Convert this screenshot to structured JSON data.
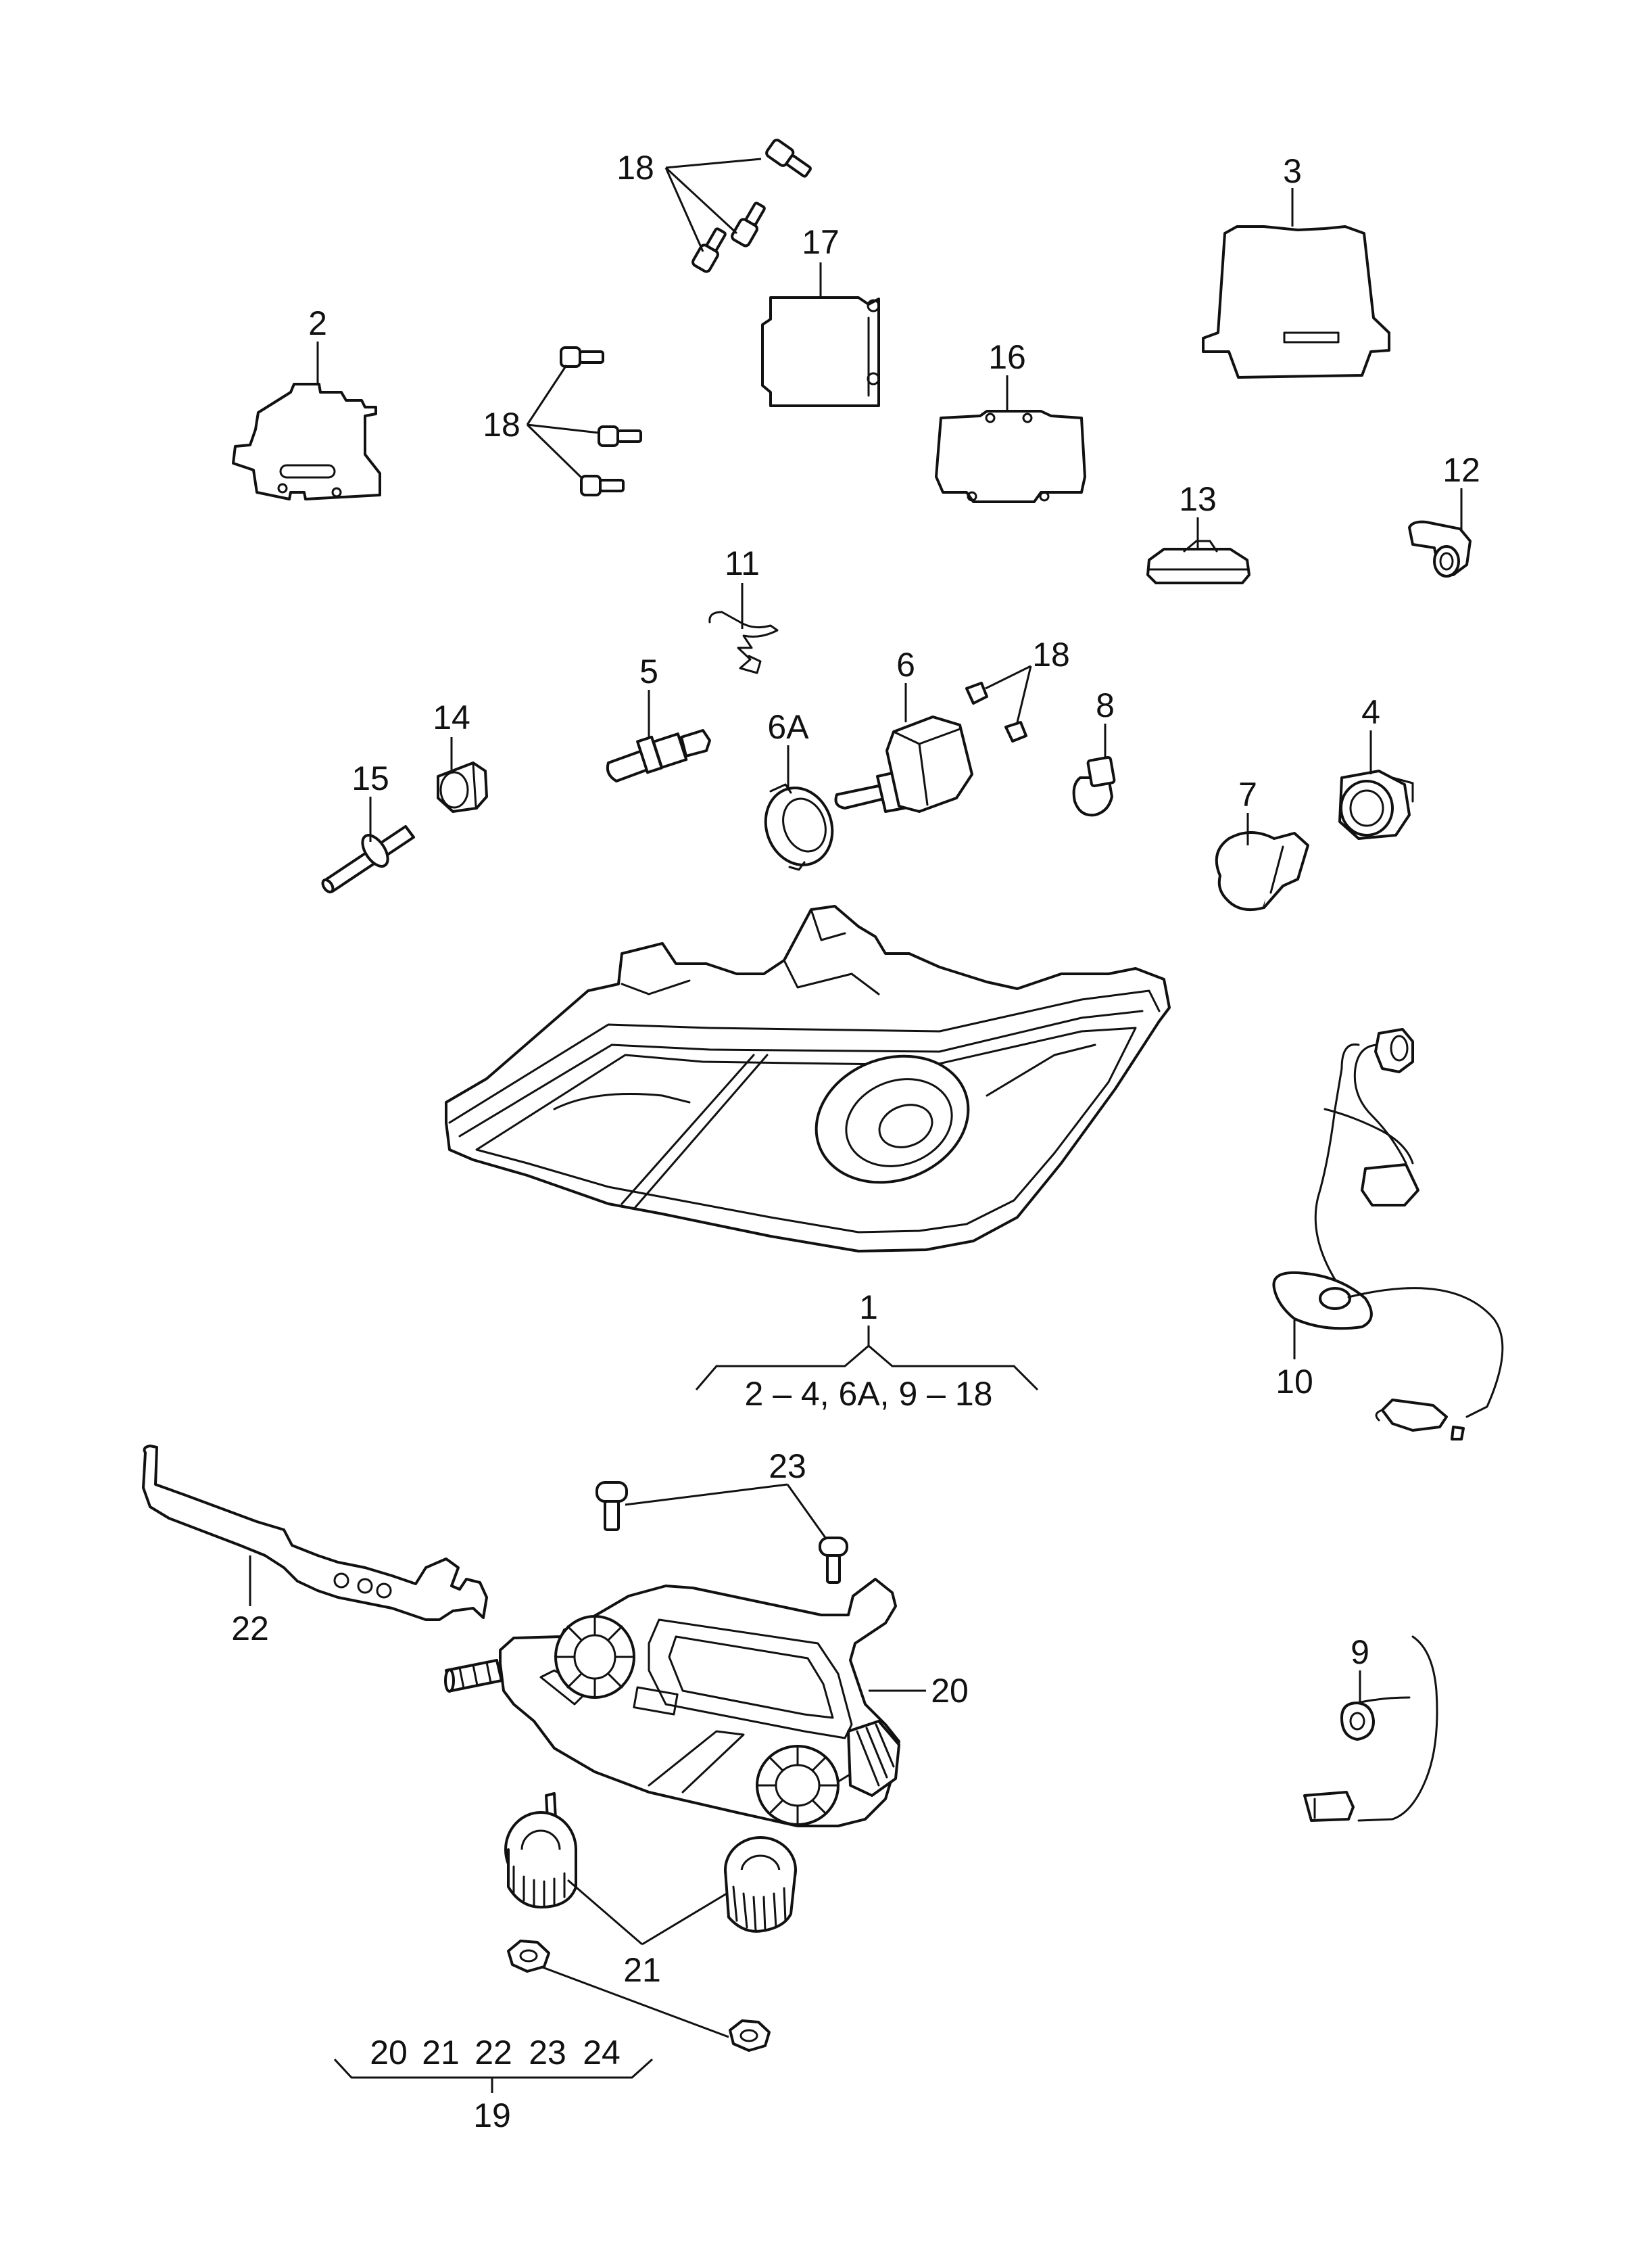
{
  "callouts": {
    "c1": "1",
    "c1_range": "2 – 4, 6A, 9 – 18",
    "c2": "2",
    "c3": "3",
    "c4": "4",
    "c5": "5",
    "c6": "6",
    "c6a": "6A",
    "c7": "7",
    "c8": "8",
    "c9": "9",
    "c10": "10",
    "c11": "11",
    "c12": "12",
    "c13": "13",
    "c14": "14",
    "c15": "15",
    "c16": "16",
    "c17": "17",
    "c18a": "18",
    "c18b": "18",
    "c18c": "18",
    "c19": "19",
    "c20": "20",
    "c21": "21",
    "c22": "22",
    "c23": "23"
  },
  "group19": {
    "items": [
      "20",
      "21",
      "22",
      "23",
      "24"
    ]
  }
}
